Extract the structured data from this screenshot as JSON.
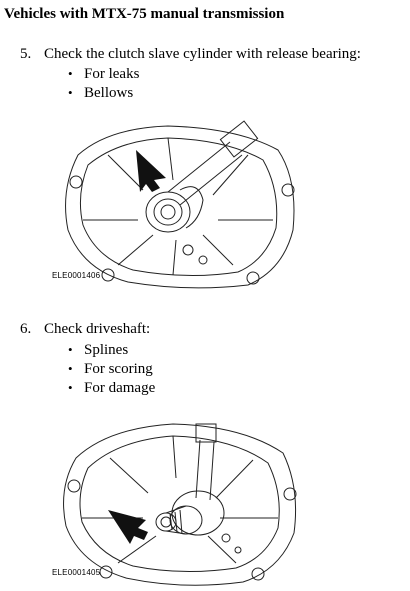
{
  "title": "Vehicles with MTX-75 manual transmission",
  "steps": [
    {
      "number": "5.",
      "text": "Check the clutch slave cylinder with release bearing:",
      "bullets": [
        "For leaks",
        "Bellows"
      ],
      "figure_id": "ELE0001406"
    },
    {
      "number": "6.",
      "text": "Check driveshaft:",
      "bullets": [
        "Splines",
        "For scoring",
        "For damage"
      ],
      "figure_id": "ELE0001405"
    }
  ]
}
